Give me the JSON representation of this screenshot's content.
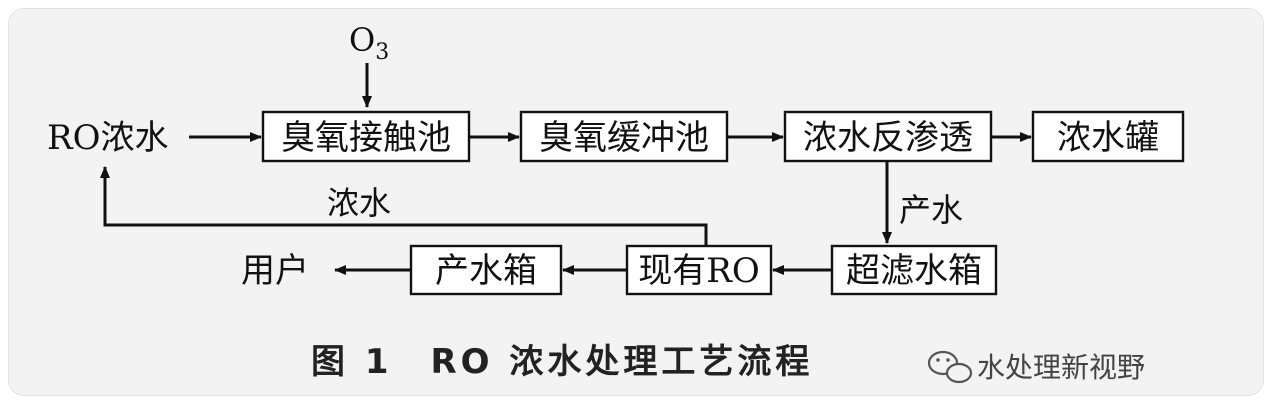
{
  "nodes": {
    "input": "RO浓水",
    "ozone_contact_tank": "臭氧接触池",
    "ozone_buffer_tank": "臭氧缓冲池",
    "concentrate_ro": "浓水反渗透",
    "concentrate_tank": "浓水罐",
    "uf_water_tank": "超滤水箱",
    "existing_ro": "现有RO",
    "product_water_tank": "产水箱",
    "user": "用户"
  },
  "labels": {
    "ozone_main": "O",
    "ozone_subscript": "3",
    "product_water": "产水",
    "concentrate_return": "浓水"
  },
  "caption": "图 1　RO 浓水处理工艺流程",
  "watermark": "水处理新视野"
}
